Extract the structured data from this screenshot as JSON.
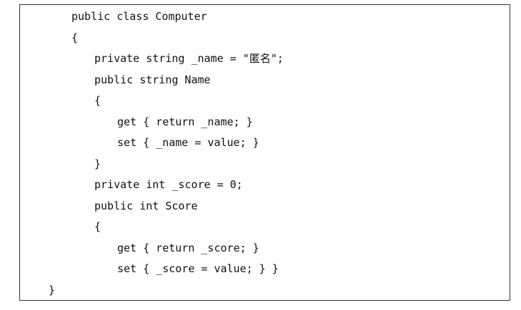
{
  "code": {
    "lines": [
      "public class Computer",
      "{",
      "private string _name = \"匿名\";",
      "public string Name",
      "{",
      "get { return _name; }",
      "set { _name = value; }",
      "}",
      "private int _score = 0;",
      "public int Score",
      "{",
      "get { return _score; }",
      "set { _score = value; } }",
      "}"
    ]
  }
}
